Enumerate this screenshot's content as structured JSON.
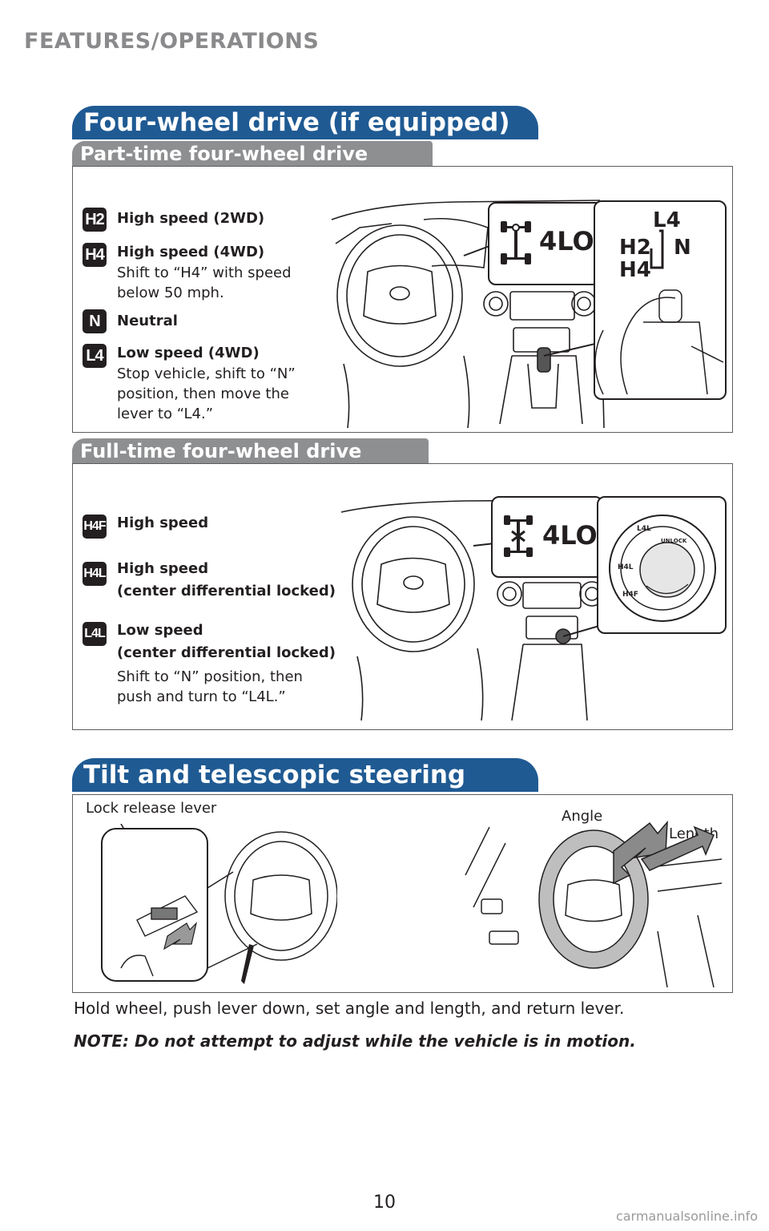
{
  "header": {
    "section": "FEATURES/OPERATIONS"
  },
  "four_wheel": {
    "title": "Four-wheel drive (if equipped)",
    "part_time": {
      "title": "Part-time four-wheel drive models",
      "items": [
        {
          "badge": "H2",
          "title": "High speed (2WD)",
          "desc": ""
        },
        {
          "badge": "H4",
          "title": "High speed (4WD)",
          "desc": "Shift to “H4” with speed below 50 mph."
        },
        {
          "badge": "N",
          "title": "Neutral",
          "desc": ""
        },
        {
          "badge": "L4",
          "title": "Low speed (4WD)",
          "desc": "Stop vehicle, shift to “N” position, then move the lever to “L4.”"
        }
      ],
      "indicator": "4LO",
      "lever": {
        "l4": "L4",
        "h2": "H2",
        "n": "N",
        "h4": "H4"
      }
    },
    "full_time": {
      "title": "Full-time four-wheel drive models",
      "items": [
        {
          "badge": "H4F",
          "title": "High speed",
          "title2": "",
          "desc": ""
        },
        {
          "badge": "H4L",
          "title": "High speed",
          "title2": "(center differential locked)",
          "desc": ""
        },
        {
          "badge": "L4L",
          "title": "Low speed",
          "title2": "(center differential locked)",
          "desc": "Shift to “N” position, then push and turn to “L4L.”"
        }
      ],
      "indicator": "4LO",
      "dial": {
        "l4l": "L4L",
        "h4l": "H4L",
        "h4f": "H4F",
        "lock": "UNLOCK"
      }
    }
  },
  "tilt": {
    "title": "Tilt and telescopic steering wheel",
    "lock_release": "Lock release lever",
    "angle": "Angle",
    "length": "Length",
    "instruction": "Hold wheel, push lever down, set angle and length, and return lever.",
    "note": "NOTE: Do not attempt to adjust while the vehicle is in motion."
  },
  "page_number": "10",
  "watermark": "carmanualsonline.info"
}
